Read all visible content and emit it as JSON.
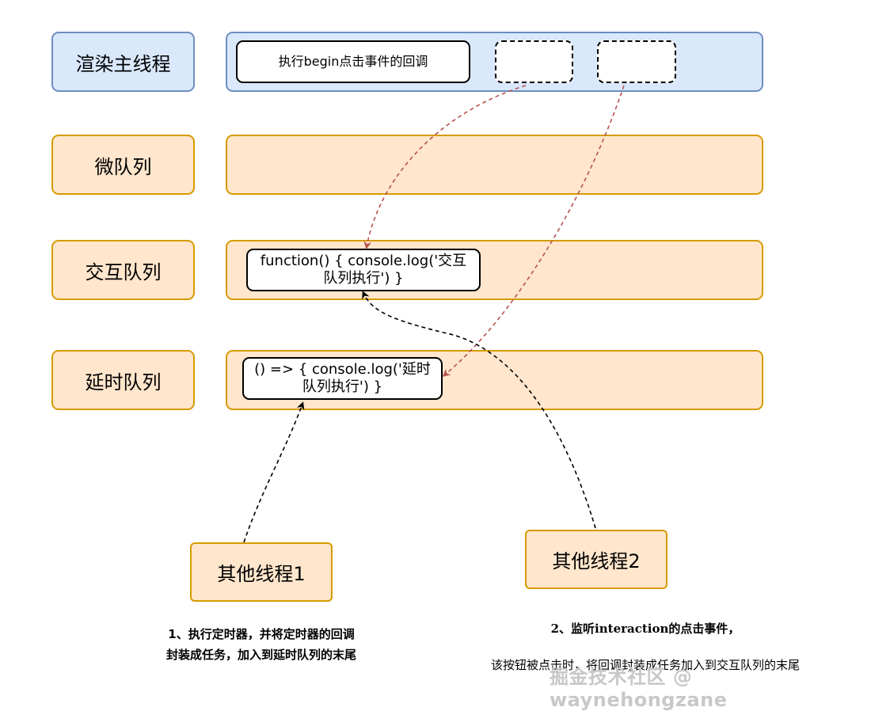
{
  "lanes": {
    "render": "渲染主线程",
    "micro": "微队列",
    "interaction": "交互队列",
    "delay": "延时队列"
  },
  "tasks": {
    "render_task": "执行begin点击事件的回调",
    "interaction_task_line1": "function() { console.log('交互",
    "interaction_task_line2": "队列执行') }",
    "delay_task_line1": "() => { console.log('延时",
    "delay_task_line2": "队列执行') }"
  },
  "threads": {
    "thread1": "其他线程1",
    "thread2": "其他线程2"
  },
  "notes": {
    "note1": "1、执行定时器，并将定时器的回调\n封装成任务，加入到延时队列的末尾",
    "note2_line1": "2、监听interaction的点击事件，",
    "note2_line2": "该按钮被点击时，将回调封装成任务加入到交互队列的末尾"
  },
  "watermark": "掘金技术社区 @ waynehongzane",
  "colors": {
    "blue_fill": "#dae8fc",
    "blue_stroke": "#6c8ebf",
    "orange_fill": "#ffe6cc",
    "orange_stroke": "#d79b00",
    "red_arrow": "#b85450",
    "black_arrow": "#000000"
  }
}
